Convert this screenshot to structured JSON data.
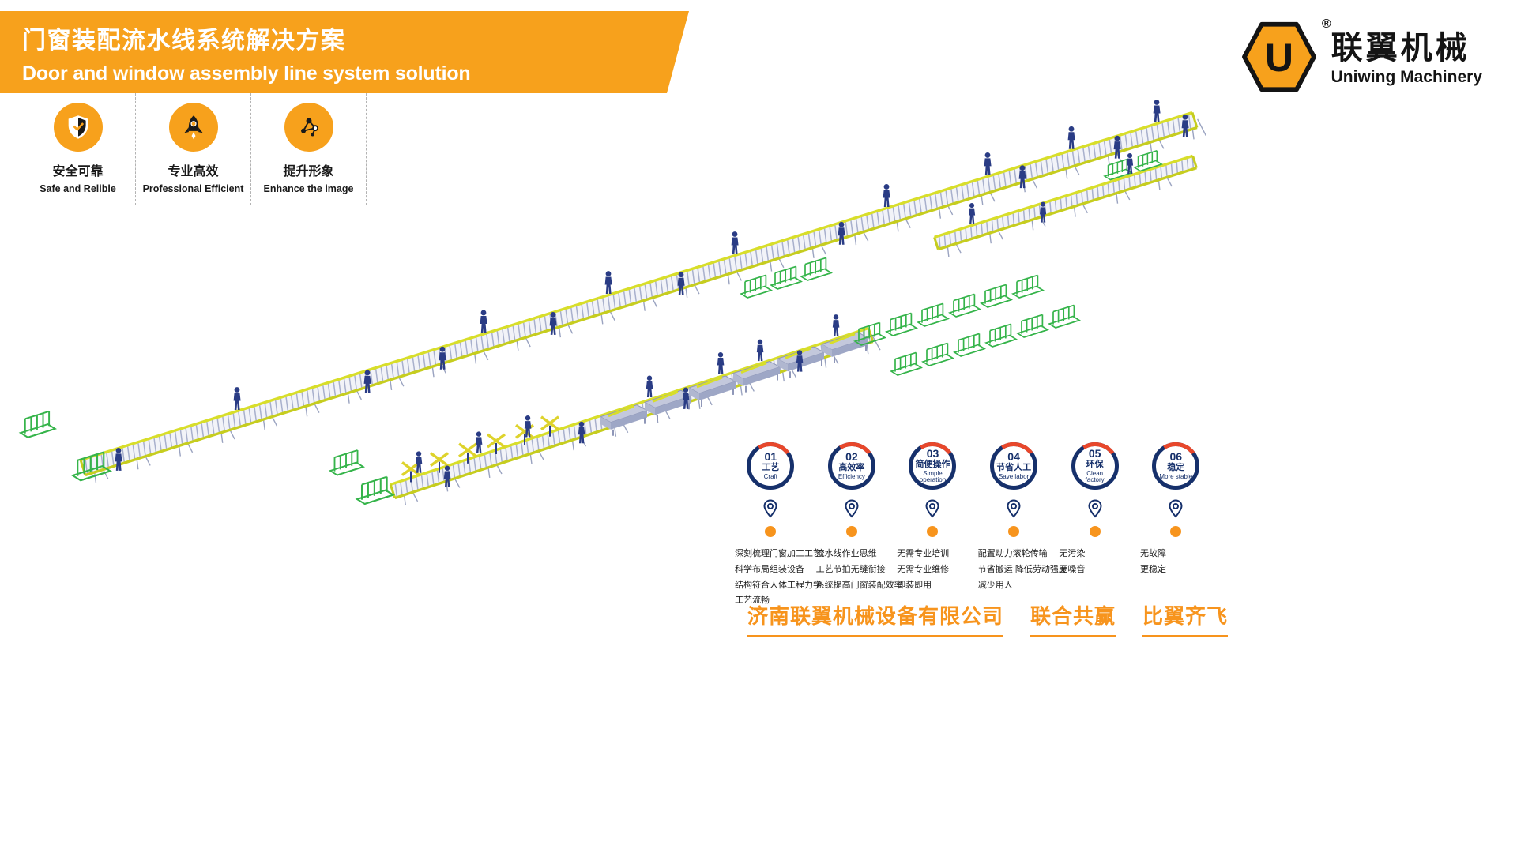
{
  "header": {
    "title_zh": "门窗装配流水线系统解决方案",
    "title_en": "Door and window assembly line system solution"
  },
  "logo": {
    "letter": "U",
    "registered_mark": "®",
    "brand_zh": "联翼机械",
    "brand_en": "Uniwing Machinery"
  },
  "features": [
    {
      "icon": "shield-icon",
      "label_zh": "安全可靠",
      "label_en": "Safe and Relible"
    },
    {
      "icon": "rocket-icon",
      "label_zh": "专业高效",
      "label_en": "Professional Efficient"
    },
    {
      "icon": "molecule-icon",
      "label_zh": "提升形象",
      "label_en": "Enhance the image"
    }
  ],
  "timeline": [
    {
      "number": "01",
      "label_zh": "工艺",
      "label_en": "Craft",
      "details": [
        "深刻梳理门窗加工工艺",
        "科学布局组装设备",
        "结构符合人体工程力学",
        "工艺流畅"
      ]
    },
    {
      "number": "02",
      "label_zh": "高效率",
      "label_en": "Efficiency",
      "details": [
        "流水线作业思维",
        "工艺节拍无缝衔接",
        "系统提高门窗装配效率"
      ]
    },
    {
      "number": "03",
      "label_zh": "简便操作",
      "label_en": "Simple operation",
      "details": [
        "无需专业培训",
        "无需专业维修",
        "即装即用"
      ]
    },
    {
      "number": "04",
      "label_zh": "节省人工",
      "label_en": "Save labor",
      "details": [
        "配置动力滚轮传输",
        "节省搬运 降低劳动强度",
        "减少用人"
      ]
    },
    {
      "number": "05",
      "label_zh": "环保",
      "label_en": "Clean factory",
      "details": [
        "无污染",
        "无噪音"
      ]
    },
    {
      "number": "06",
      "label_zh": "稳定",
      "label_en": "More stable",
      "details": [
        "无故障",
        "更稳定"
      ]
    }
  ],
  "footer": {
    "company": "济南联翼机械设备有限公司",
    "slogan_1": "联合共赢",
    "slogan_2": "比翼齐飞"
  },
  "colors": {
    "brand_orange": "#F7A11C",
    "dot_orange": "#F7941D",
    "deep_navy": "#16306B",
    "accent_red": "#E8472B",
    "rack_green": "#35B44A",
    "rail_yellow": "#D8DE2A"
  }
}
